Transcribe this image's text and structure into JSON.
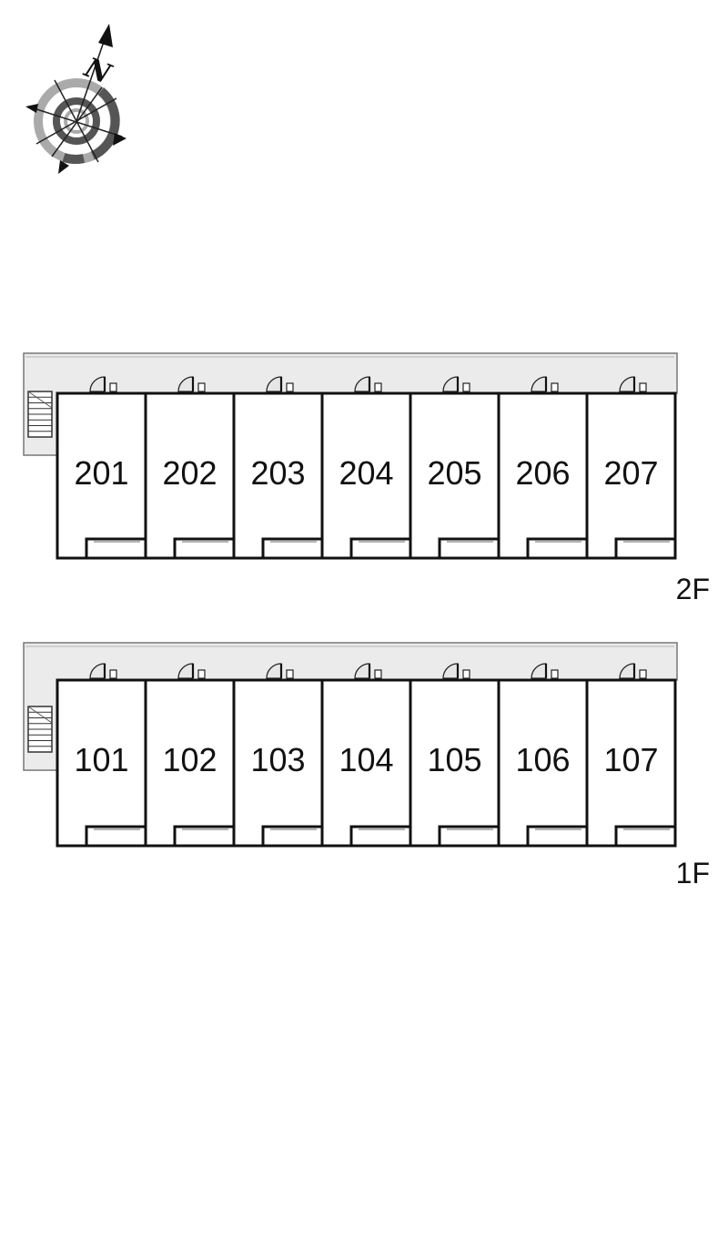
{
  "compass": {
    "north_label": "N",
    "icon": "compass-rose-icon"
  },
  "floors": [
    {
      "label": "2F",
      "units": [
        "201",
        "202",
        "203",
        "204",
        "205",
        "206",
        "207"
      ]
    },
    {
      "label": "1F",
      "units": [
        "101",
        "102",
        "103",
        "104",
        "105",
        "106",
        "107"
      ]
    }
  ],
  "colors": {
    "wall": "#111111",
    "corridor_fill": "#ebebeb",
    "corridor_stroke": "#777777",
    "compass_gray": "#aaaaaa",
    "compass_dark": "#555555"
  }
}
